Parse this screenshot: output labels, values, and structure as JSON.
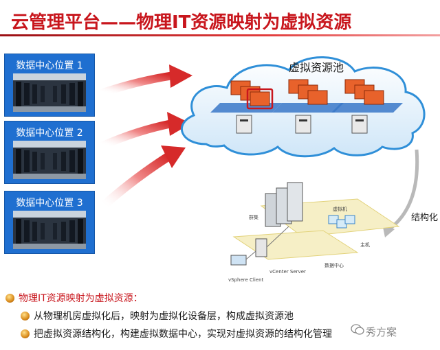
{
  "title": "云管理平台——物理IT资源映射为虚拟资源",
  "datacenters": [
    {
      "label": "数据中心位置 1"
    },
    {
      "label": "数据中心位置 2"
    },
    {
      "label": "数据中心位置 3"
    }
  ],
  "pool_label": "虚拟资源池",
  "structure_label": "结构化",
  "vcenter_labels": {
    "host_a": "群集",
    "host_b": "虚拟机",
    "host_c": "主机",
    "datacenter": "数据中心",
    "server": "vCenter Server",
    "client": "vSphere Client"
  },
  "notes": {
    "heading": "物理IT资源映射为虚拟资源：",
    "items": [
      "从物理机房虚拟化后，映射为虚拟化设备层，构成虚拟资源池",
      "把虚拟资源结构化，构建虚拟数据中心，实现对虚拟资源的结构化管理"
    ]
  },
  "watermark": "秀方案",
  "colors": {
    "title": "#c8161d",
    "panel": "#1f6fd0",
    "cloud": "#d7ecfb",
    "arrow": "#d62a2a"
  }
}
